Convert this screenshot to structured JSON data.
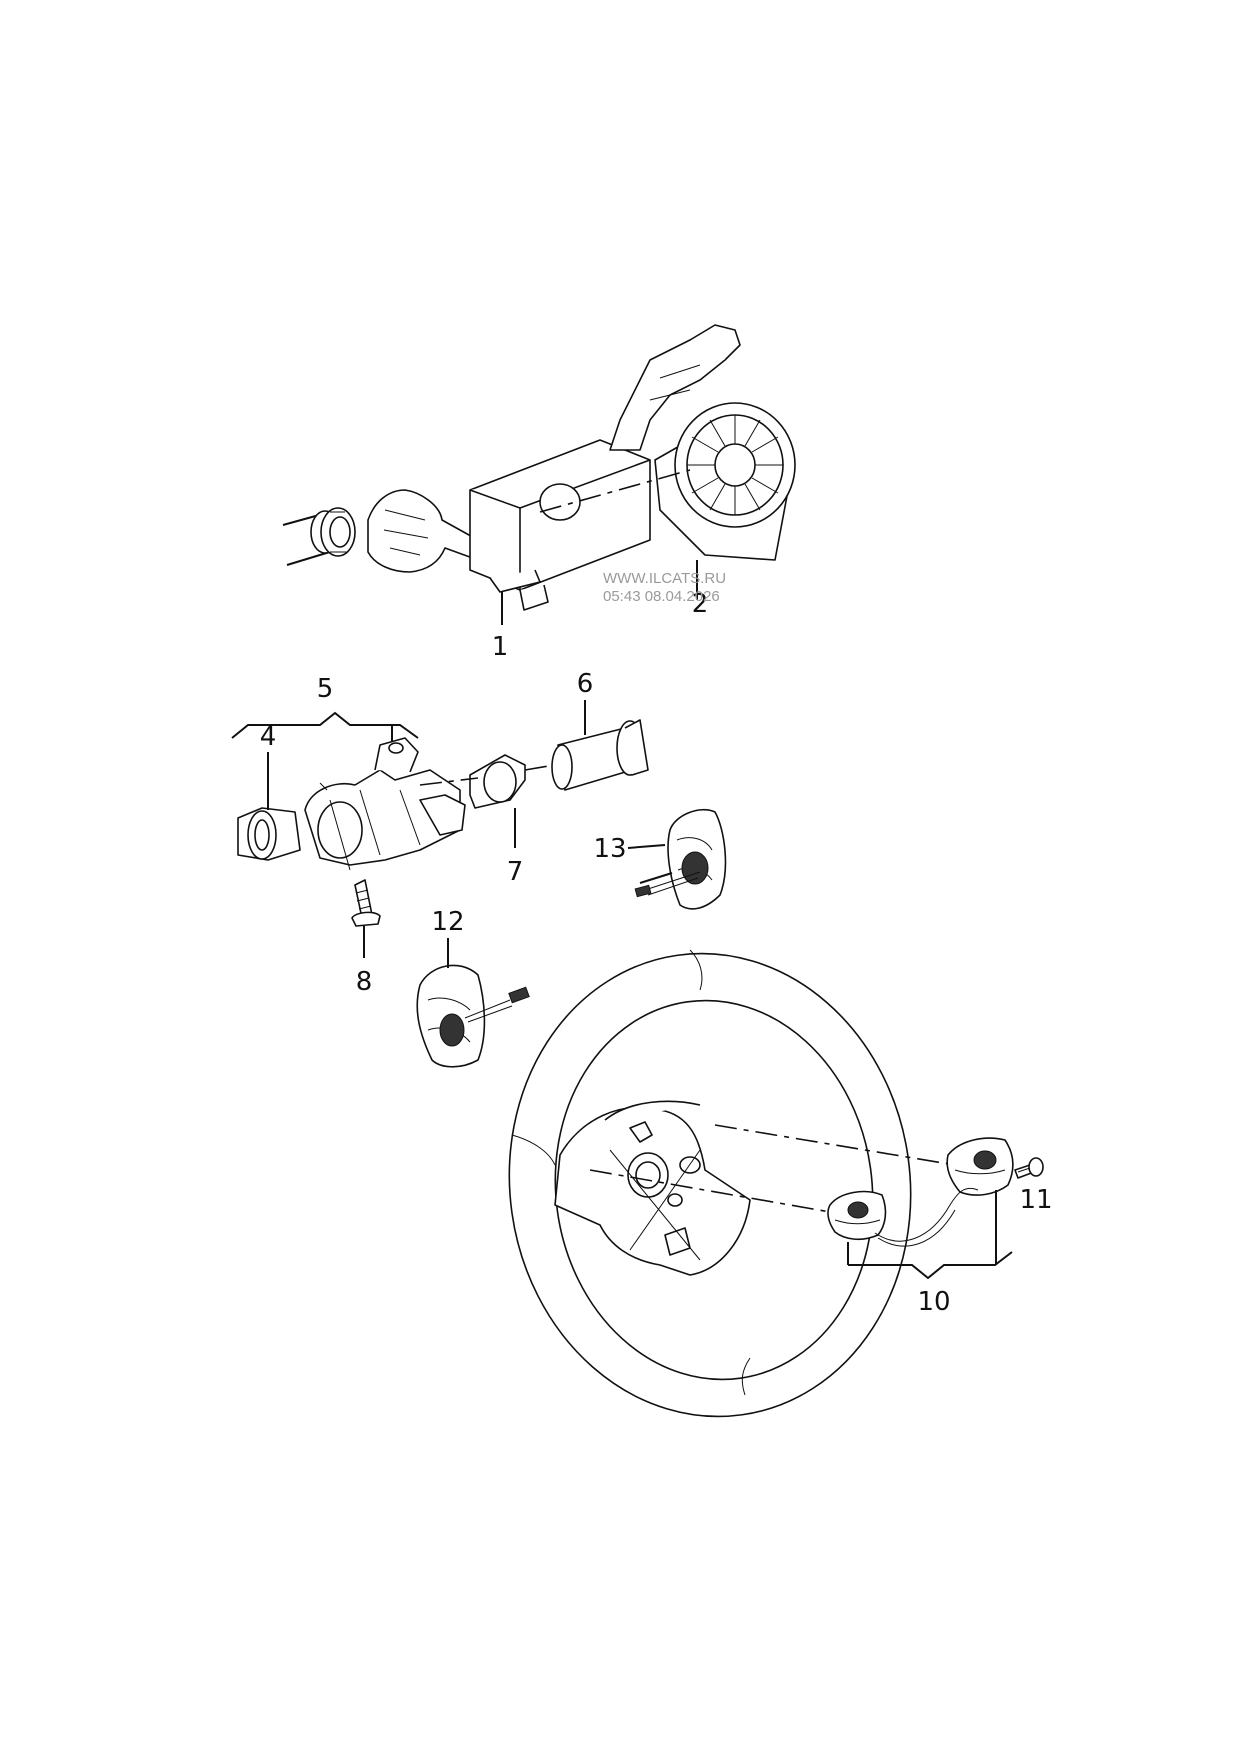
{
  "callouts": {
    "c1": "1",
    "c2": "2",
    "c4": "4",
    "c5": "5",
    "c6": "6",
    "c7": "7",
    "c8": "8",
    "c10": "10",
    "c11": "11",
    "c12": "12",
    "c13": "13"
  },
  "watermark": {
    "line1": "WWW.ILCATS.RU",
    "line2": "05:43 08.04.2026"
  }
}
